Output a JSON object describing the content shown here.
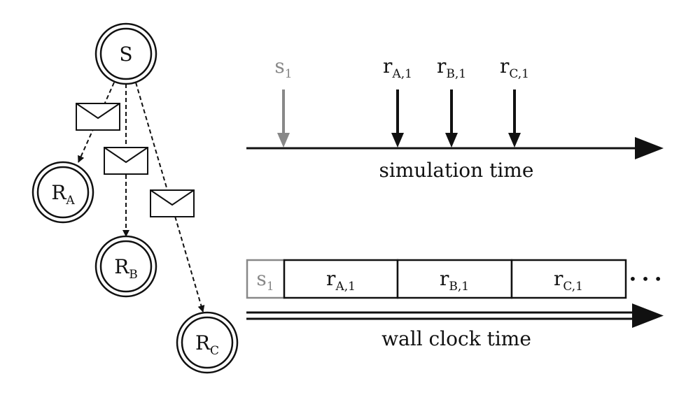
{
  "nodes": {
    "sender": {
      "label": "S"
    },
    "receiver_a": {
      "label": "R",
      "sub": "A"
    },
    "receiver_b": {
      "label": "R",
      "sub": "B"
    },
    "receiver_c": {
      "label": "R",
      "sub": "C"
    }
  },
  "simulation": {
    "axis_label": "simulation time",
    "events": [
      {
        "label": "s",
        "sub": "1",
        "color": "#888888"
      },
      {
        "label": "r",
        "sub": "A,1",
        "color": "#111111"
      },
      {
        "label": "r",
        "sub": "B,1",
        "color": "#111111"
      },
      {
        "label": "r",
        "sub": "C,1",
        "color": "#111111"
      }
    ]
  },
  "wallclock": {
    "axis_label": "wall clock time",
    "blocks": [
      {
        "label": "s",
        "sub": "1",
        "color": "#888888"
      },
      {
        "label": "r",
        "sub": "A,1",
        "color": "#111111"
      },
      {
        "label": "r",
        "sub": "B,1",
        "color": "#111111"
      },
      {
        "label": "r",
        "sub": "C,1",
        "color": "#111111"
      }
    ],
    "ellipsis": "• • •"
  }
}
